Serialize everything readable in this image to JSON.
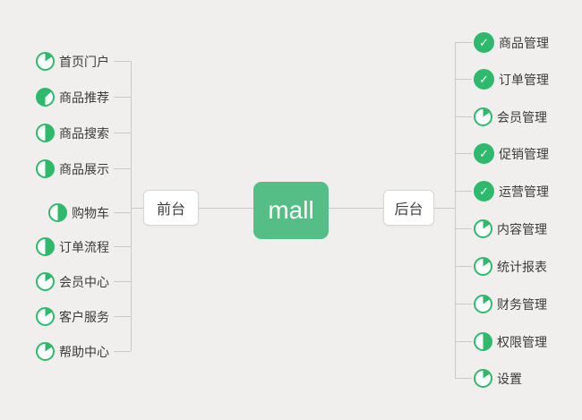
{
  "canvas": {
    "background_color": "#f0efed",
    "line_color": "#c9c9c6",
    "accent_green": "#2eb96d",
    "root_green": "#55be87"
  },
  "root": {
    "label": "mall"
  },
  "branches": {
    "left": {
      "label": "前台",
      "items": [
        {
          "label": "首页门户",
          "progress": "p18"
        },
        {
          "label": "商品推荐",
          "progress": "p58"
        },
        {
          "label": "商品搜索",
          "progress": "p12"
        },
        {
          "label": "商品展示",
          "progress": "p12"
        },
        {
          "label": "购物车",
          "progress": "p12"
        },
        {
          "label": "订单流程",
          "progress": "p12"
        },
        {
          "label": "会员中心",
          "progress": "p18"
        },
        {
          "label": "客户服务",
          "progress": "p18"
        },
        {
          "label": "帮助中心",
          "progress": "p18"
        }
      ]
    },
    "right": {
      "label": "后台",
      "items": [
        {
          "label": "商品管理",
          "progress": "done"
        },
        {
          "label": "订单管理",
          "progress": "done"
        },
        {
          "label": "会员管理",
          "progress": "p18"
        },
        {
          "label": "促销管理",
          "progress": "done"
        },
        {
          "label": "运营管理",
          "progress": "done"
        },
        {
          "label": "内容管理",
          "progress": "p18"
        },
        {
          "label": "统计报表",
          "progress": "p18"
        },
        {
          "label": "财务管理",
          "progress": "p18"
        },
        {
          "label": "权限管理",
          "progress": "p12"
        },
        {
          "label": "设置",
          "progress": "p18"
        }
      ]
    }
  }
}
